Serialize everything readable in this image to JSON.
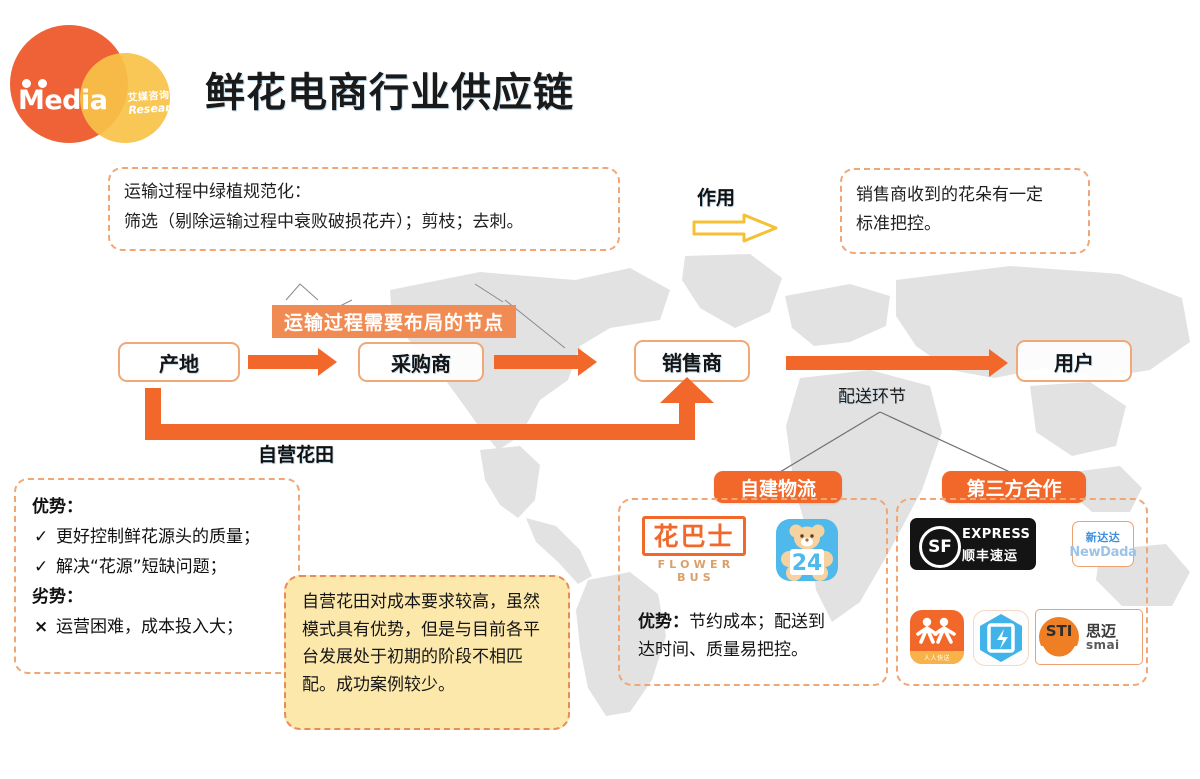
{
  "brand": {
    "name": "Media",
    "sub_cn": "艾媒咨询",
    "sub_en": "Research",
    "orange": "#ef6137",
    "yellow": "#f8c248"
  },
  "header": {
    "title": "鲜花电商行业供应链"
  },
  "notes": {
    "transport": {
      "line1": "运输过程中绿植规范化：",
      "line2": "筛选（剔除运输过程中衰败破损花卉）；剪枝；去刺。"
    },
    "effect_label": "作用",
    "effect_arrow_icon": "hollow-right-arrow-icon",
    "effect": {
      "line1": "销售商收到的花朵有一定",
      "line2": "标准把控。"
    }
  },
  "ribbon": {
    "nodes_label": "运输过程需要布局的节点"
  },
  "chain": {
    "nodes": [
      {
        "id": "origin",
        "label": "产地"
      },
      {
        "id": "buyer",
        "label": "采购商"
      },
      {
        "id": "seller",
        "label": "销售商"
      },
      {
        "id": "user",
        "label": "用户"
      }
    ],
    "loop_label": "自营花田",
    "delivery_label": "配送环节",
    "arrow_color": "#f2682a"
  },
  "advantage_card": {
    "pros_heading": "优势：",
    "pros": [
      {
        "mark": "✓",
        "text": "更好控制鲜花源头的质量；"
      },
      {
        "mark": "✓",
        "text": "解决“花源”短缺问题；"
      }
    ],
    "cons_heading": "劣势：",
    "cons": [
      {
        "mark": "×",
        "text": "运营困难，成本投入大；"
      }
    ]
  },
  "yellow_callout": {
    "text": "自营花田对成本要求较高，虽然模式具有优势，但是与目前各平台发展处于初期的阶段不相匹配。成功案例较少。",
    "bg": "#fce8ab",
    "border": "#e88b5c"
  },
  "self_logistics": {
    "pill": "自建物流",
    "logos": [
      {
        "name": "花巴士",
        "sub": "FLOWER BUS"
      },
      {
        "name": "24",
        "sub": "bear-24-icon"
      }
    ],
    "note_bold": "优势：",
    "note_line1": "节约成本；配送到",
    "note_line2": "达时间、质量易把控。"
  },
  "third_party": {
    "pill": "第三方合作",
    "logos": [
      {
        "name": "顺丰速运",
        "en": "EXPRESS",
        "mark": "SF"
      },
      {
        "name": "新达达",
        "en": "NewDada"
      },
      {
        "name": "人人快送",
        "en": ""
      },
      {
        "name": "闪送",
        "en": ""
      },
      {
        "name": "思迈",
        "en": "smai",
        "mark": "STI"
      }
    ]
  }
}
